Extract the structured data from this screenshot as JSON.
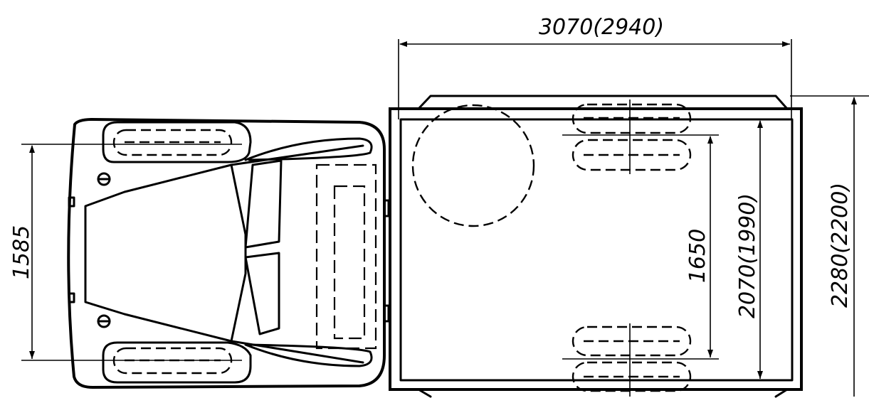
{
  "dimensions": {
    "body_length": "3070(2940)",
    "front_track": "1585",
    "rear_track": "1650",
    "body_inner_width": "2070(1990)",
    "overall_width": "2280(2200)"
  }
}
